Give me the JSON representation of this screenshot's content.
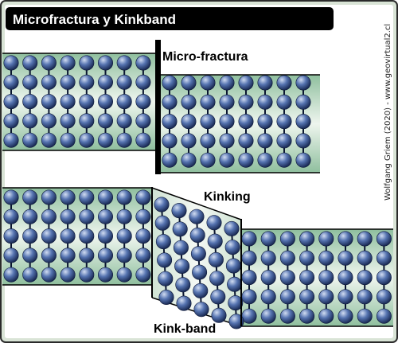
{
  "title": "Microfractura y Kinkband",
  "labels": {
    "microfracture": "Micro-fractura",
    "kinking": "Kinking",
    "kinkband": "Kink-band"
  },
  "credit": "Wolfgang Griem (2020) - www.geovirtual2.cl",
  "colors": {
    "frame_bg": "#d9e4d6",
    "band_fill": "#8fbf9e",
    "band_center": "#eef5ee",
    "sphere_light": "#c8d6f0",
    "sphere_mid": "#4a6aa8",
    "sphere_dark": "#13224a",
    "bond": "#0a1530",
    "title_bg": "#000000",
    "title_text": "#ffffff"
  },
  "icons": {
    "atom": "atom-sphere-icon"
  }
}
